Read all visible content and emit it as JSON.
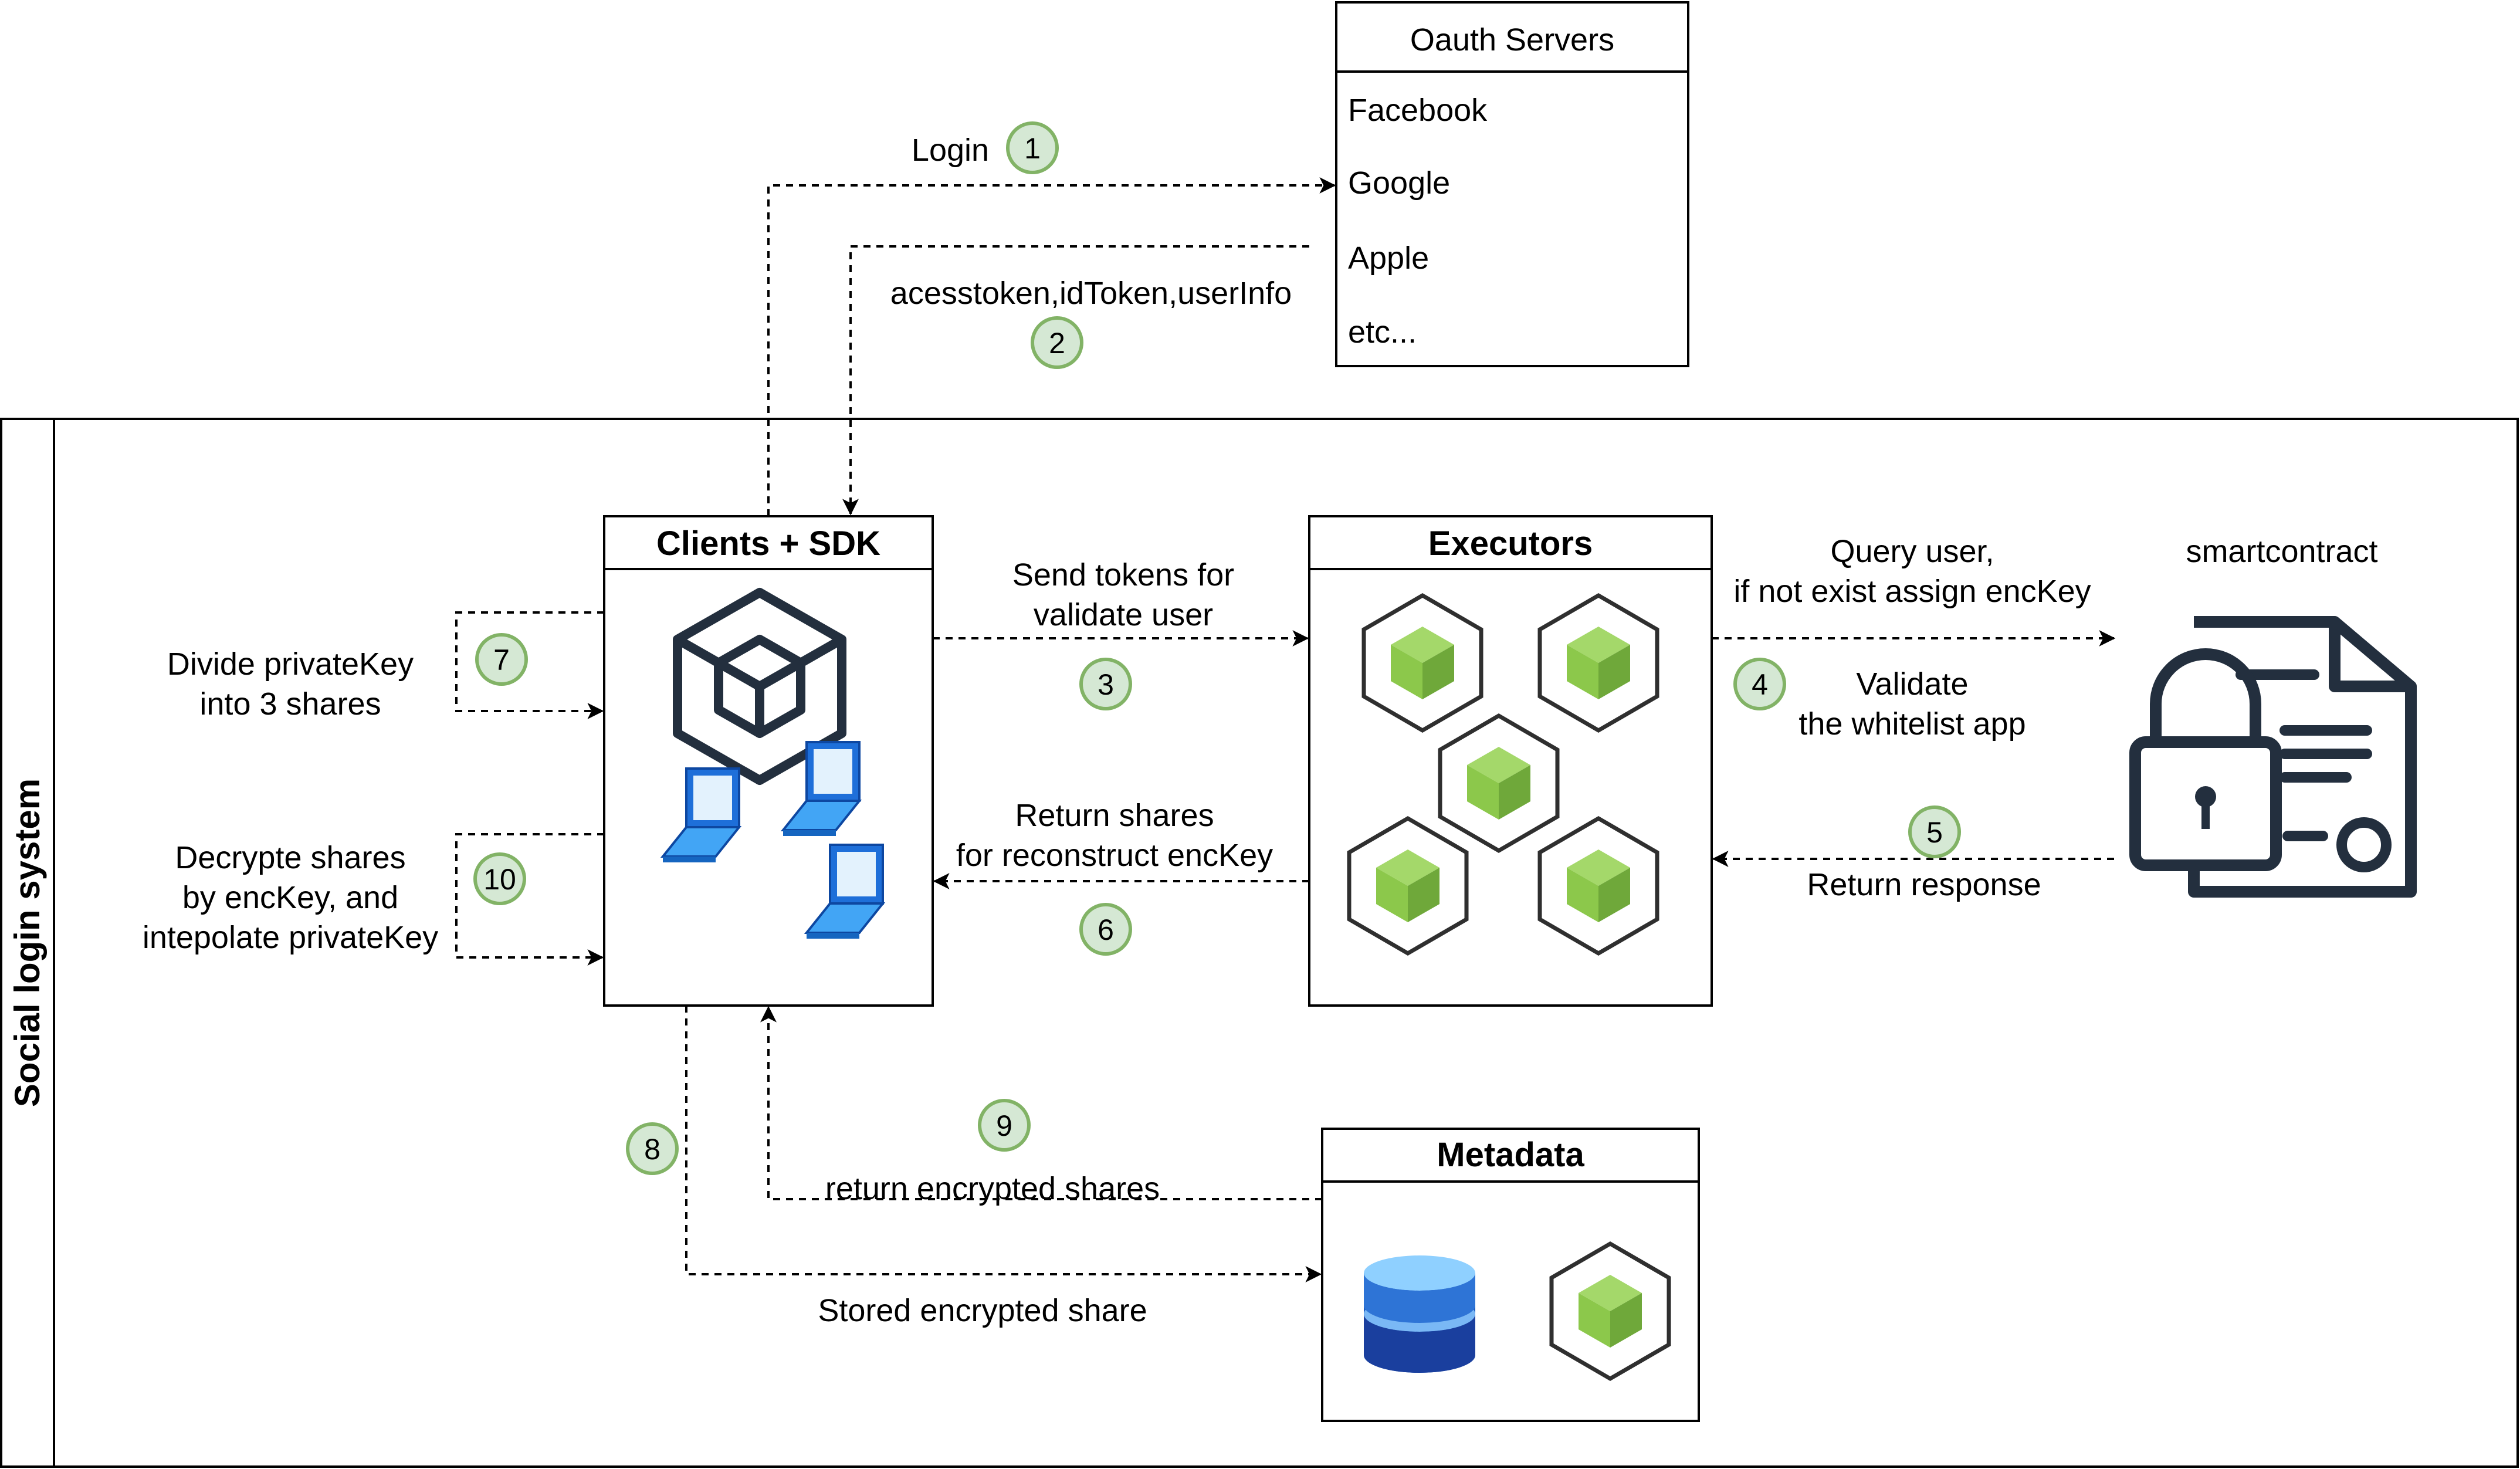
{
  "pool": {
    "label": "Social login system"
  },
  "oauth": {
    "title": "Oauth Servers",
    "items": [
      "Facebook",
      "Google",
      "Apple",
      "etc..."
    ]
  },
  "clients": {
    "title": "Clients + SDK"
  },
  "executors": {
    "title": "Executors"
  },
  "metadata": {
    "title": "Metadata"
  },
  "smartcontract": {
    "label": "smartcontract"
  },
  "edges": {
    "login": "Login",
    "tokens": "acesstoken,idToken,userInfo",
    "send_tokens": [
      "Send tokens for",
      "validate user"
    ],
    "query_user": [
      "Query user,",
      "if not exist assign encKey"
    ],
    "validate": [
      "Validate",
      "the whitelist app"
    ],
    "return_response": "Return response",
    "return_shares": [
      "Return shares",
      "for reconstruct encKey"
    ],
    "divide": [
      "Divide privateKey",
      "into 3 shares"
    ],
    "decrypt": [
      "Decrypte shares",
      "by encKey, and",
      "intepolate privateKey"
    ],
    "return_encrypted": "return encrypted shares",
    "stored_encrypted": "Stored encrypted share"
  },
  "steps": [
    "1",
    "2",
    "3",
    "4",
    "5",
    "6",
    "7",
    "8",
    "9",
    "10"
  ],
  "colors": {
    "badge_fill": "#d5e8d4",
    "badge_stroke": "#82b366",
    "node_green": "#8cc84b",
    "icon_dark": "#232f3e",
    "laptop_blue": "#1e88e5"
  },
  "icons": [
    "cube-outline-icon",
    "laptop-icon",
    "node-hexagon-icon",
    "database-icon",
    "smart-contract-lock-icon"
  ]
}
